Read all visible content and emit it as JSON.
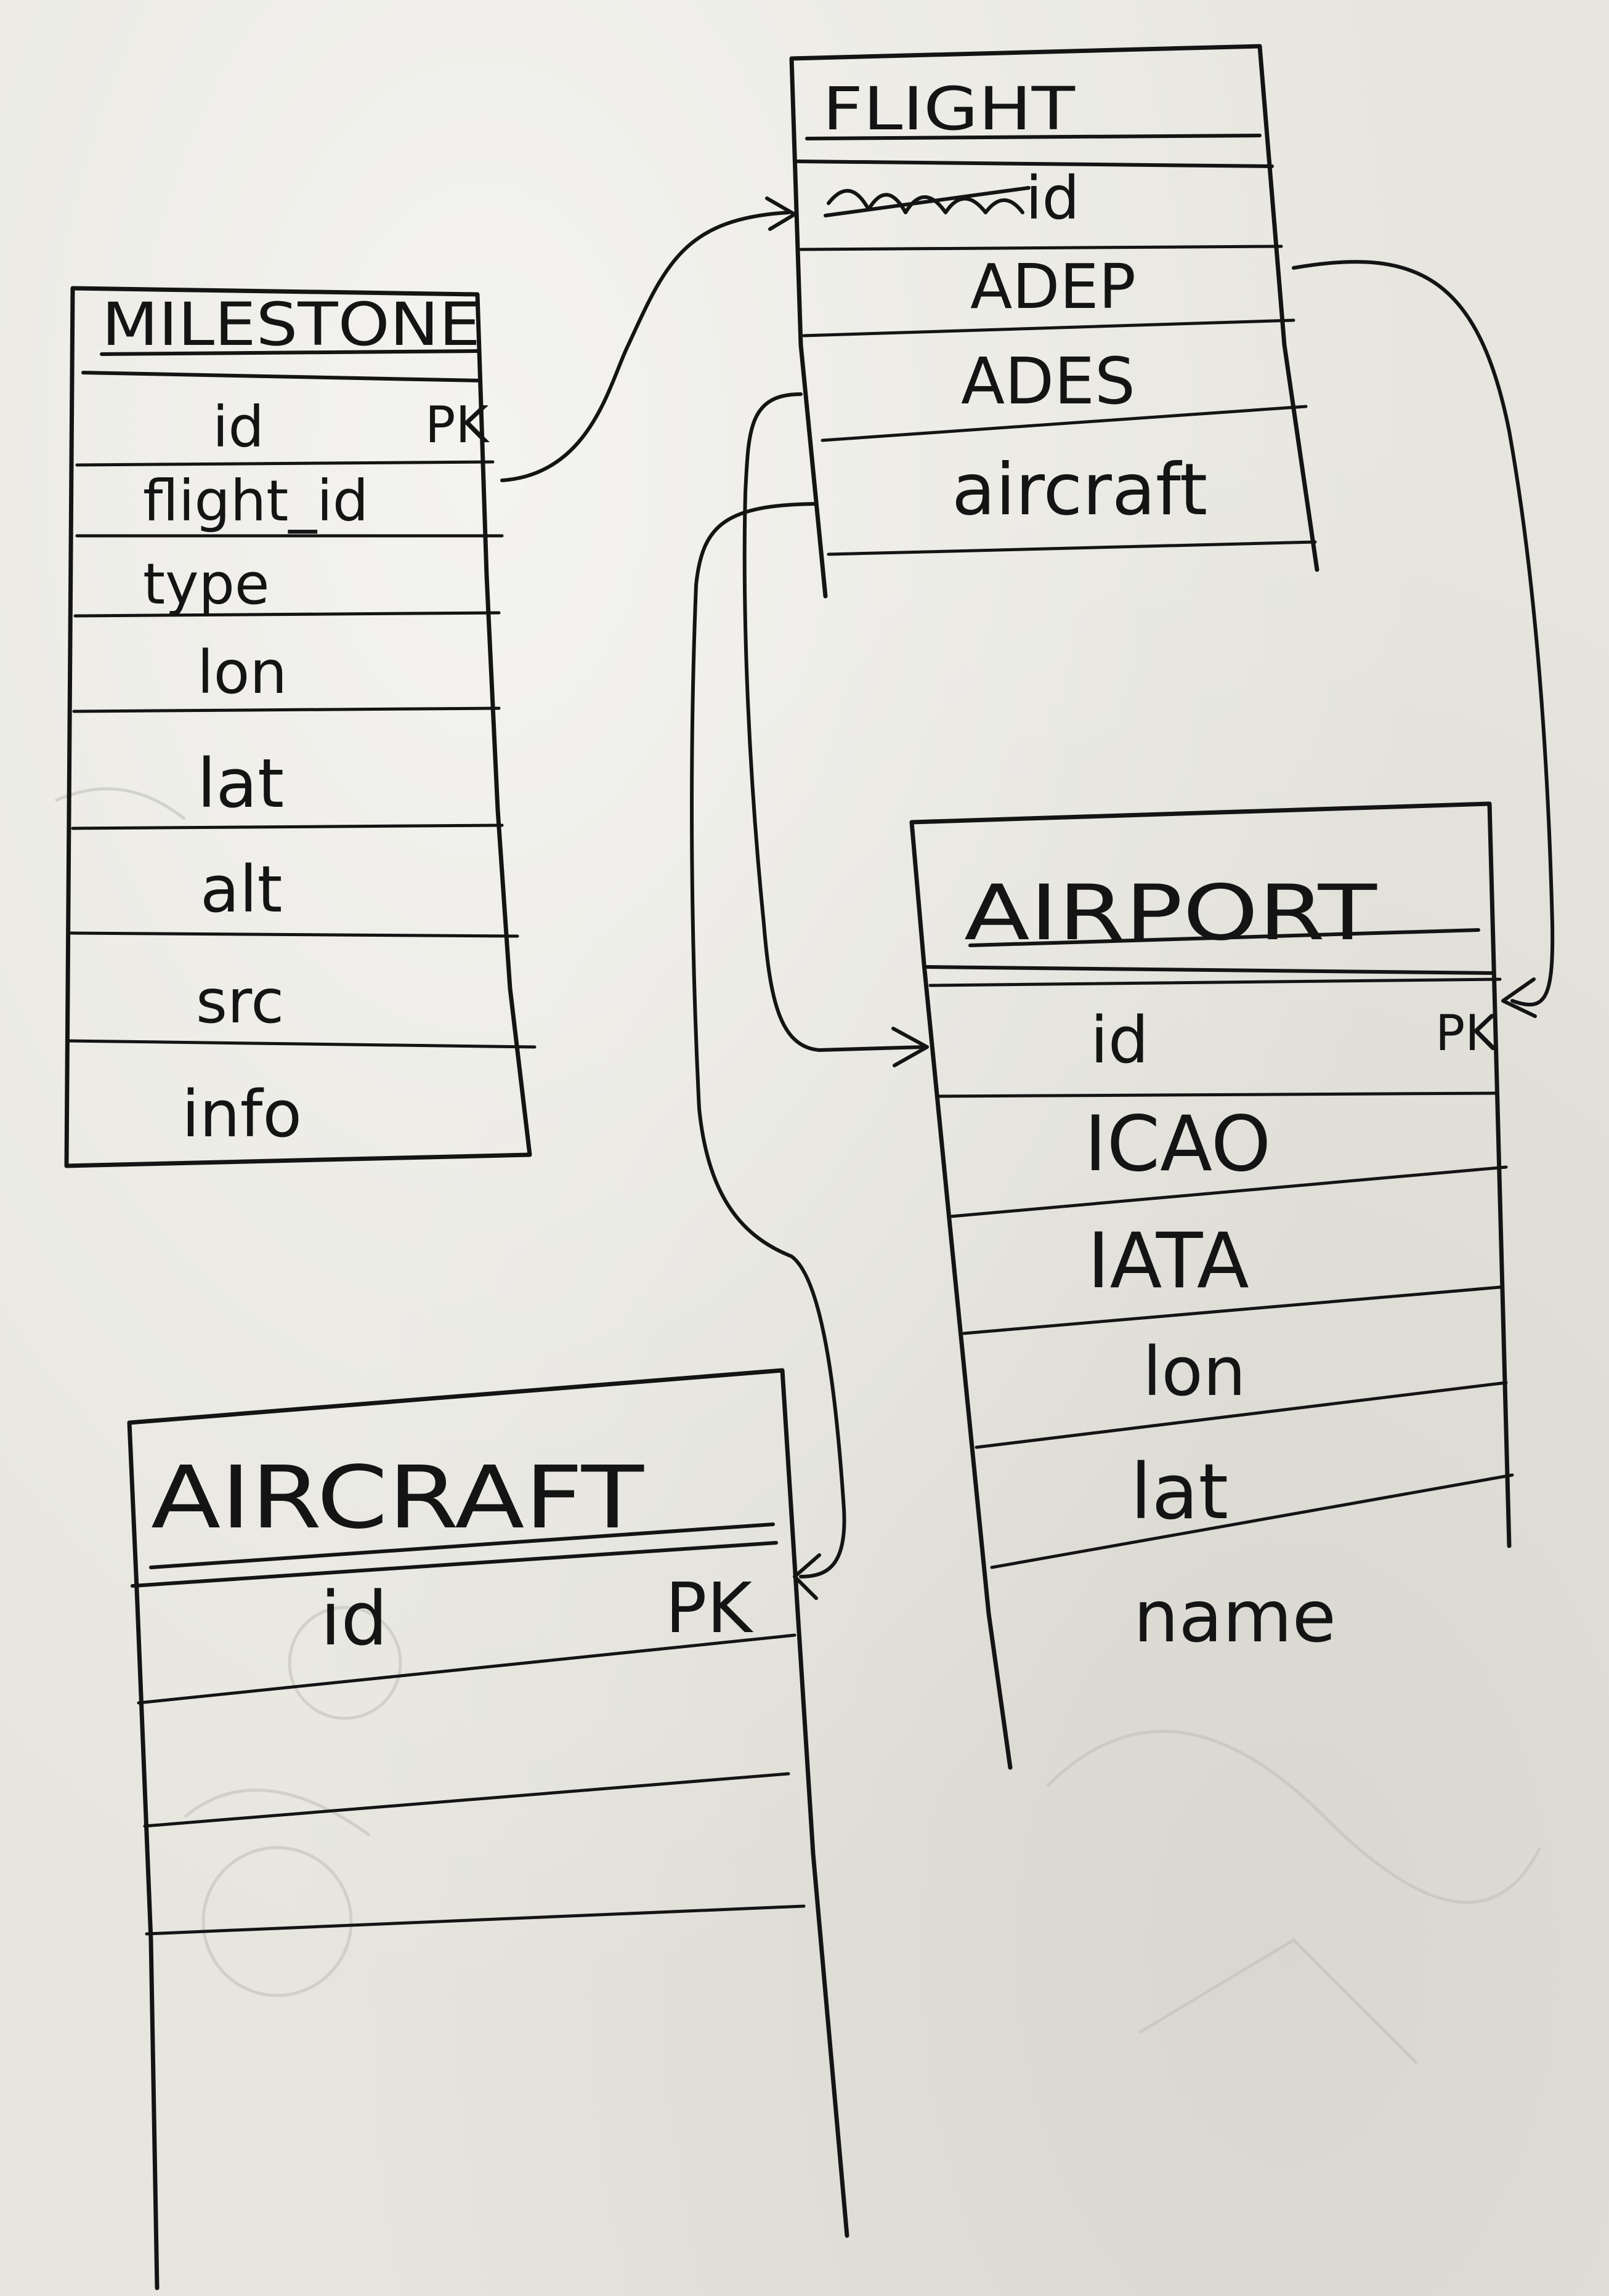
{
  "entities": {
    "milestone": {
      "title": "MILESTONE",
      "fields": [
        {
          "name": "id",
          "key": "PK"
        },
        {
          "name": "flight_id",
          "key": ""
        },
        {
          "name": "type",
          "key": ""
        },
        {
          "name": "lon",
          "key": ""
        },
        {
          "name": "lat",
          "key": ""
        },
        {
          "name": "alt",
          "key": ""
        },
        {
          "name": "src",
          "key": ""
        },
        {
          "name": "info",
          "key": ""
        }
      ]
    },
    "flight": {
      "title": "FLIGHT",
      "fields": [
        {
          "name": "id",
          "key": ""
        },
        {
          "name": "ADEP",
          "key": ""
        },
        {
          "name": "ADES",
          "key": ""
        },
        {
          "name": "aircraft",
          "key": ""
        }
      ]
    },
    "airport": {
      "title": "AIRPORT",
      "fields": [
        {
          "name": "id",
          "key": "PK"
        },
        {
          "name": "ICAO",
          "key": ""
        },
        {
          "name": "IATA",
          "key": ""
        },
        {
          "name": "lon",
          "key": ""
        },
        {
          "name": "lat",
          "key": ""
        },
        {
          "name": "name",
          "key": ""
        }
      ]
    },
    "aircraft": {
      "title": "AIRCRAFT",
      "fields": [
        {
          "name": "id",
          "key": "PK"
        }
      ]
    }
  },
  "relationships": [
    {
      "from": "MILESTONE.flight_id",
      "to": "FLIGHT.id"
    },
    {
      "from": "FLIGHT.ADEP",
      "to": "AIRPORT.id"
    },
    {
      "from": "FLIGHT.ADES",
      "to": "AIRPORT.id"
    },
    {
      "from": "FLIGHT.aircraft",
      "to": "AIRCRAFT.id"
    }
  ]
}
